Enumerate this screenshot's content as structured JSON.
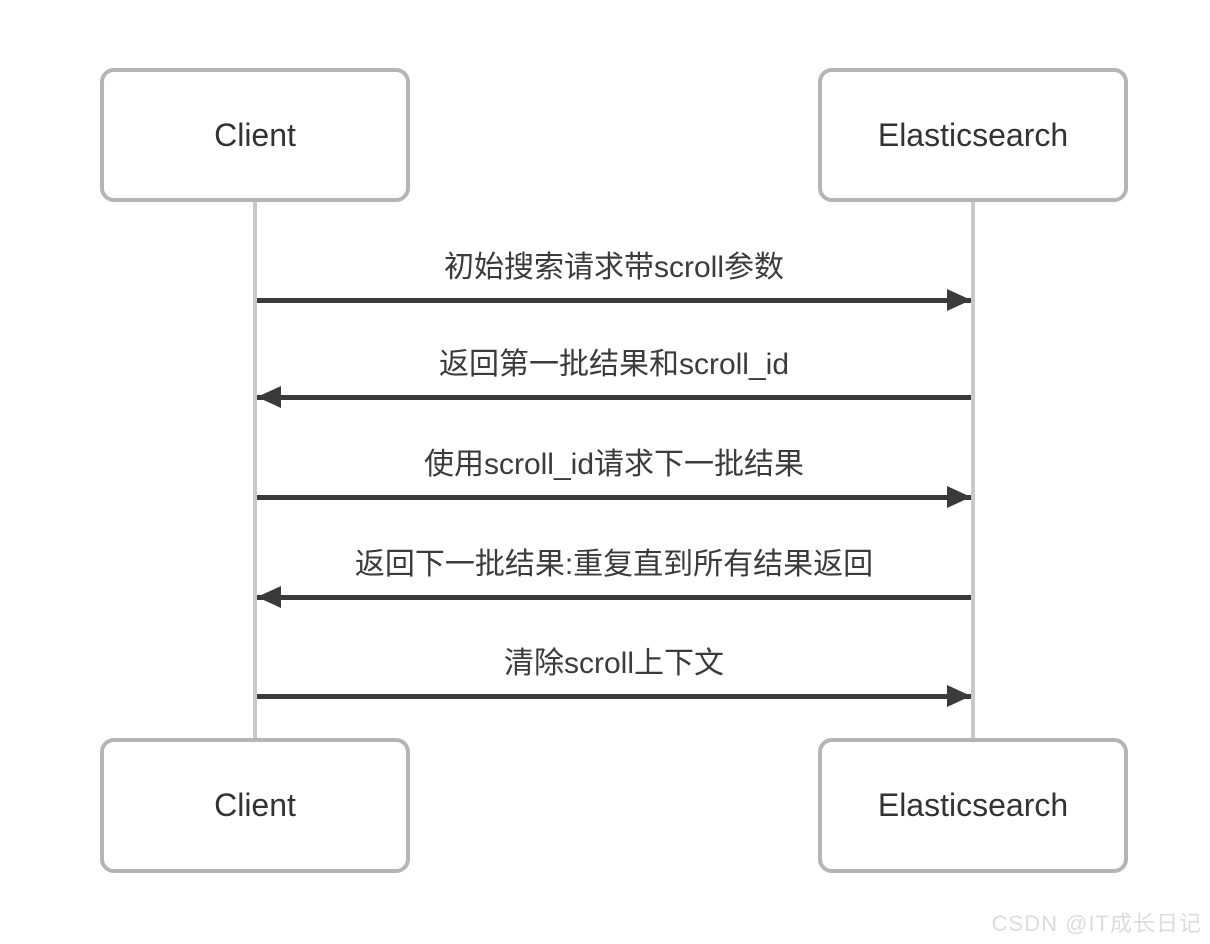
{
  "diagram": {
    "type": "sequence",
    "actors": [
      {
        "name": "Client"
      },
      {
        "name": "Elasticsearch"
      }
    ],
    "messages": [
      {
        "label": "初始搜索请求带scroll参数",
        "from": "Client",
        "to": "Elasticsearch",
        "direction": "right"
      },
      {
        "label": "返回第一批结果和scroll_id",
        "from": "Elasticsearch",
        "to": "Client",
        "direction": "left"
      },
      {
        "label": "使用scroll_id请求下一批结果",
        "from": "Client",
        "to": "Elasticsearch",
        "direction": "right"
      },
      {
        "label": "返回下一批结果:重复直到所有结果返回",
        "from": "Elasticsearch",
        "to": "Client",
        "direction": "left"
      },
      {
        "label": "清除scroll上下文",
        "from": "Client",
        "to": "Elasticsearch",
        "direction": "right"
      }
    ],
    "colors": {
      "box_border": "#b5b5b5",
      "lifeline": "#c9c9c9",
      "arrow": "#3a3a3a",
      "text": "#3b3b3b",
      "watermark": "#dcdcdc"
    }
  },
  "watermark": {
    "text": "CSDN @IT成长日记"
  }
}
